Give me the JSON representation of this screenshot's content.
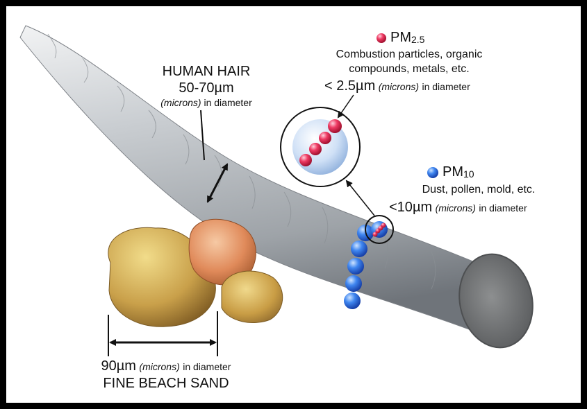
{
  "hair": {
    "title": "HUMAN HAIR",
    "size": "50-70",
    "unit": "µm",
    "microns": "(microns)",
    "in_diameter": "in diameter"
  },
  "pm25": {
    "label": "PM",
    "sub": "2.5",
    "desc_line1": "Combustion particles, organic",
    "desc_line2": "compounds, metals, etc.",
    "size": "< 2.5",
    "unit": "µm",
    "microns": "(microns)",
    "in_diameter": "in diameter",
    "color": "#e0213a"
  },
  "pm10": {
    "label": "PM",
    "sub": "10",
    "desc": "Dust, pollen, mold, etc.",
    "size": "<10",
    "unit": "µm",
    "microns": "(microns)",
    "in_diameter": "in diameter",
    "color": "#2f6fe0"
  },
  "sand": {
    "size": "90",
    "unit": "µm",
    "microns": "(microns)",
    "in_diameter": "in diameter",
    "title": "FINE BEACH SAND"
  }
}
